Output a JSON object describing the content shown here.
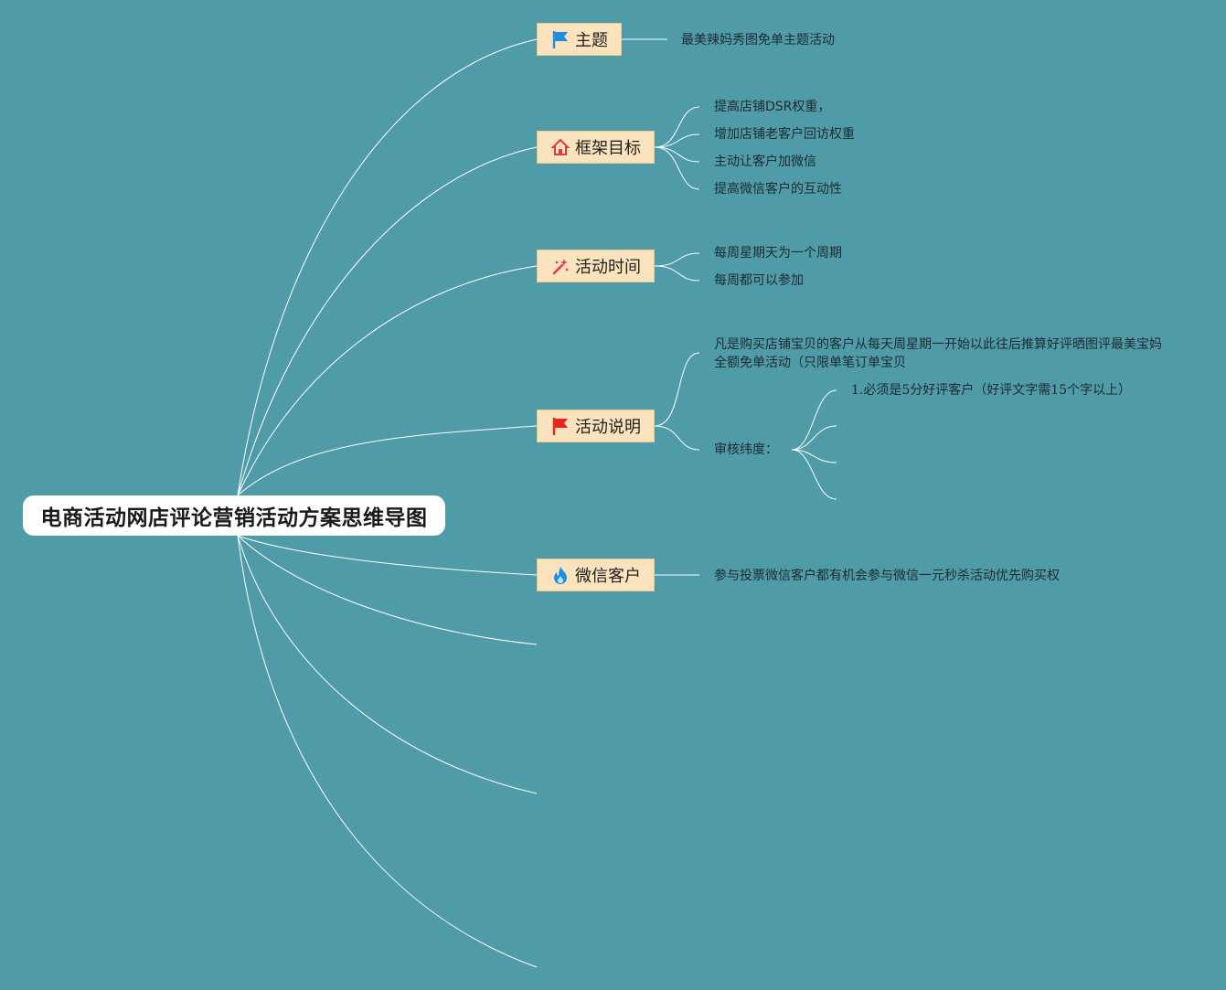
{
  "root": {
    "title": "电商活动网店评论营销活动方案思维导图"
  },
  "topics": [
    {
      "label": "主题",
      "icon": "flag-icon",
      "icon_color": "#1f8ee6",
      "leaves": [
        "最美辣妈秀图免单主题活动"
      ]
    },
    {
      "label": "框架目标",
      "icon": "house-icon",
      "icon_color": "#e0393e",
      "leaves": [
        "提高店铺DSR权重，",
        "增加店铺老客户回访权重",
        "主动让客户加微信",
        "提高微信客户的互动性"
      ]
    },
    {
      "label": "活动时间",
      "icon": "magic-wand-icon",
      "icon_color": "#e0393e",
      "leaves": [
        "每周星期天为一个周期",
        "每周都可以参加"
      ]
    },
    {
      "label": "活动说明",
      "icon": "flag-icon",
      "icon_color": "#e8261b",
      "leaves": [
        "凡是购买店铺宝贝的客户从每天周星期一开始以此往后推算好评晒图评最美宝妈全额免单活动（只限单笔订单宝贝",
        "审核纬度："
      ],
      "sub": {
        "label": "审核纬度：",
        "items": [
          "1.必须是5分好评客户（好评文字需15个字以上）",
          "",
          "",
          ""
        ]
      }
    },
    {
      "label": "微信客户",
      "icon": "flame-icon",
      "icon_color": "#1f8ee6",
      "leaves": [
        "参与投票微信客户都有机会参与微信一元秒杀活动优先购买权"
      ]
    }
  ],
  "colors": {
    "background": "#4f9ba8",
    "topic_fill": "#fae3bd",
    "link": "#ffffff"
  }
}
